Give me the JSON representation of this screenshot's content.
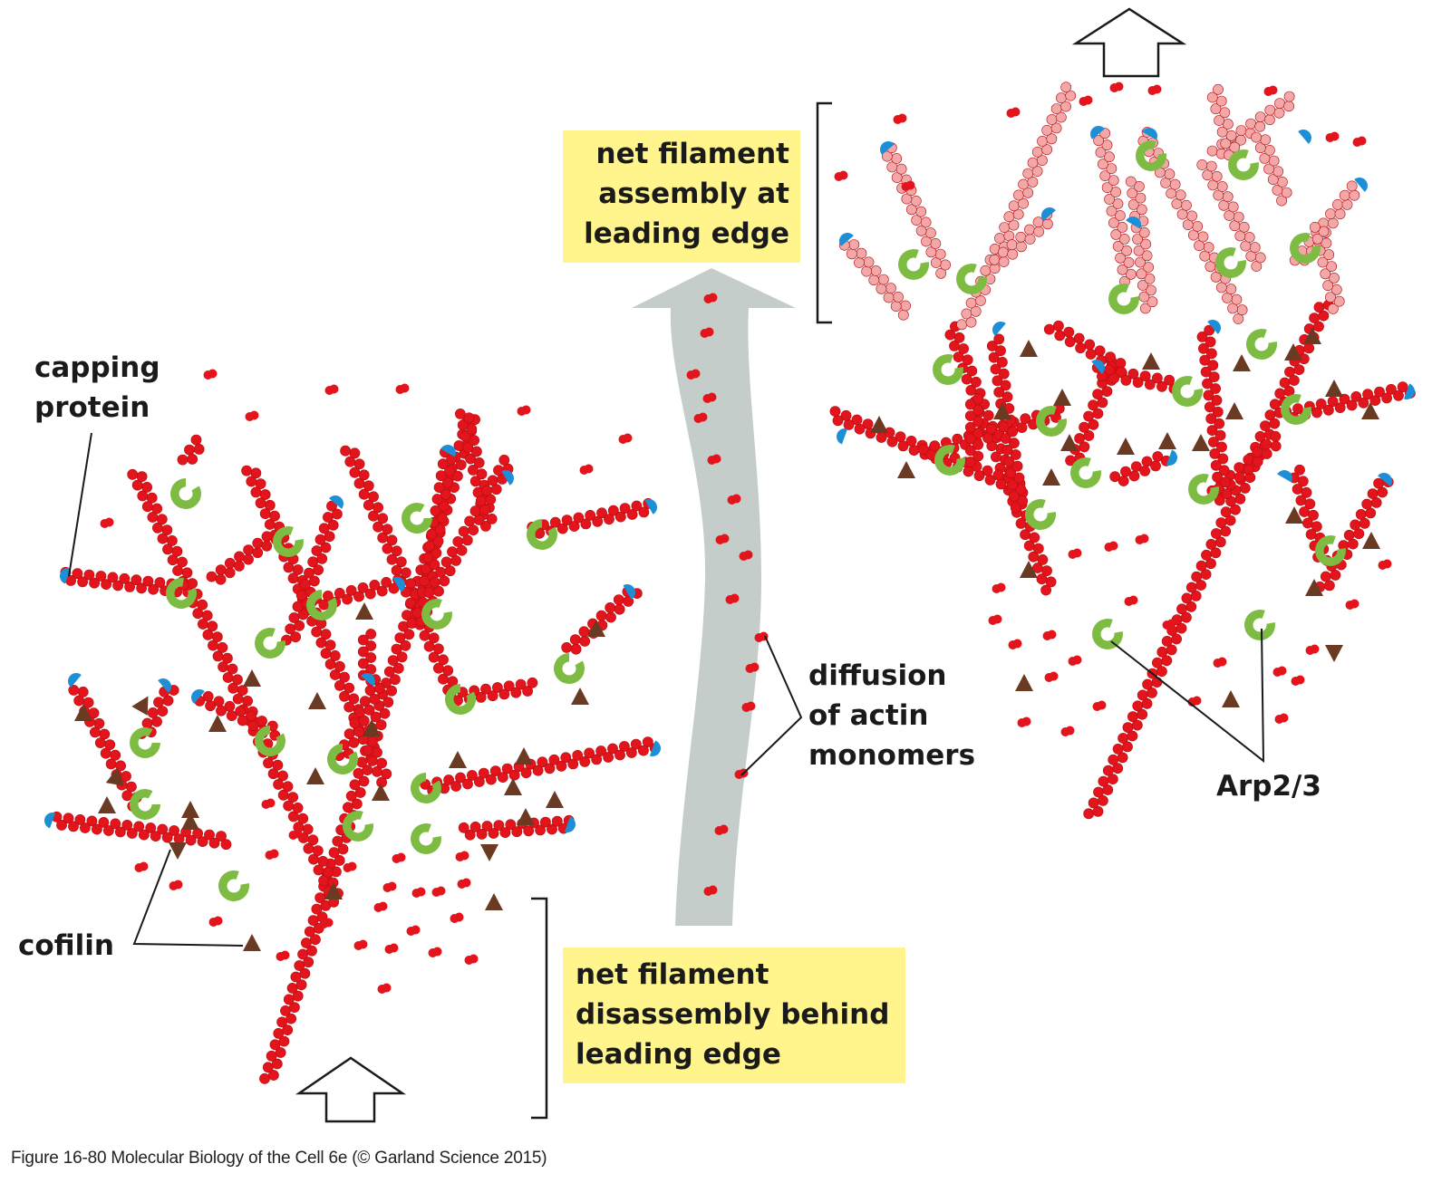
{
  "labels": {
    "capping_protein": "capping\nprotein",
    "cofilin": "cofilin",
    "diffusion": "diffusion\nof actin\nmonomers",
    "arp23": "Arp2/3"
  },
  "boxes": {
    "assembly": "net filament\nassembly at\nleading edge",
    "disassembly": "net filament\ndisassembly behind\nleading edge"
  },
  "caption": "Figure 16-80  Molecular Biology of the Cell 6e (© Garland Science 2015)",
  "colors": {
    "actin": "#e3141b",
    "new_actin": "#f3a7a7",
    "arp23": "#7dbb42",
    "capping_protein": "#1c8fd6",
    "cofilin": "#6b3a22",
    "highlight": "#fff58c",
    "diffusion_arrow": "#c4cdca"
  }
}
